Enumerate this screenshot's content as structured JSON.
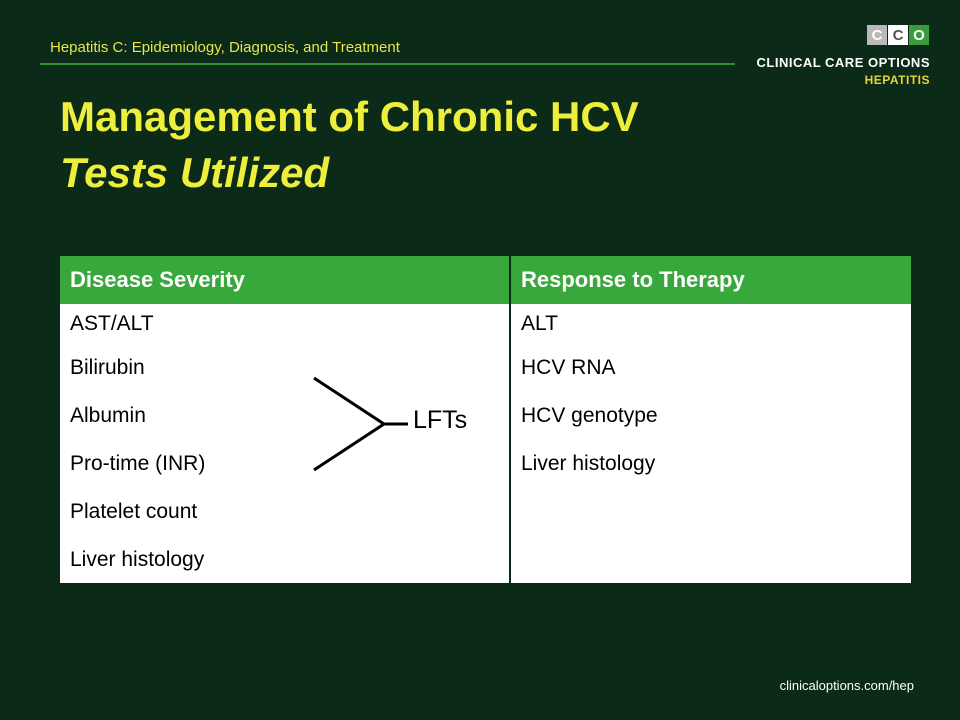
{
  "header": {
    "course_title": "Hepatitis C: Epidemiology, Diagnosis, and Treatment"
  },
  "logo": {
    "letters": [
      "C",
      "C",
      "O"
    ],
    "main": "CLINICAL CARE OPTIONS",
    "sub": "HEPATITIS"
  },
  "slide": {
    "title": "Management of Chronic HCV",
    "subtitle": "Tests Utilized"
  },
  "table": {
    "headers": [
      "Disease Severity",
      "Response to Therapy"
    ],
    "disease_severity": [
      "AST/ALT",
      "Bilirubin",
      "Albumin",
      "Pro-time (INR)",
      "Platelet count",
      "Liver histology"
    ],
    "response_to_therapy": [
      "ALT",
      "HCV RNA",
      "HCV genotype",
      "Liver histology"
    ]
  },
  "annotation": {
    "bracket_label": "LFTs"
  },
  "footer": {
    "url": "clinicaloptions.com/hep"
  },
  "colors": {
    "background": "#0b2a18",
    "title": "#eeee3c",
    "table_header": "#39a83c",
    "rule": "#2f8c35"
  }
}
